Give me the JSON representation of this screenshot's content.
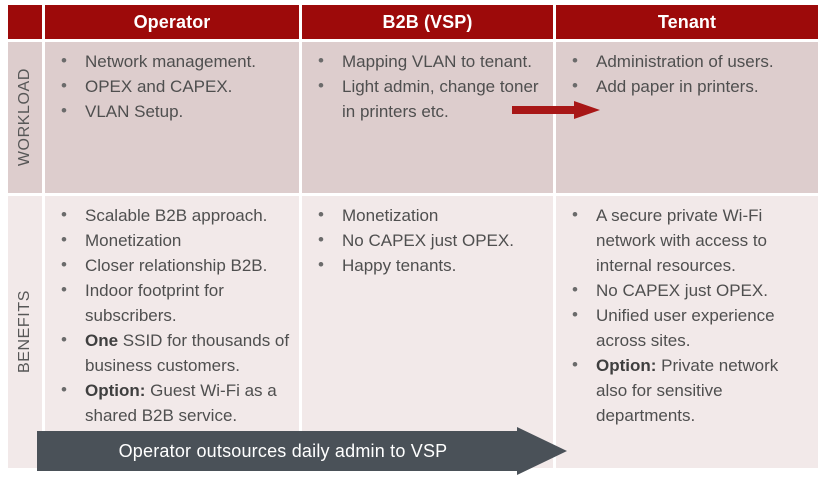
{
  "diagram": {
    "title": "Operator / B2B (VSP) / Tenant responsibility matrix",
    "colors": {
      "header_red": "#9d0a0a",
      "workload_row": "#ddcdcd",
      "benefits_row": "#f2e9e9",
      "banner_grey": "#4a5158",
      "arrow_red": "#a81717",
      "text_grey": "#4f4f4f"
    },
    "columns": [
      {
        "key": "operator",
        "label": "Operator"
      },
      {
        "key": "b2b",
        "label": "B2B (VSP)"
      },
      {
        "key": "tenant",
        "label": "Tenant"
      }
    ],
    "rows": [
      {
        "key": "workload",
        "label": "WORKLOAD",
        "cells": {
          "operator": [
            {
              "text": "Network management."
            },
            {
              "text": "OPEX and CAPEX."
            },
            {
              "text": "VLAN Setup."
            }
          ],
          "b2b": [
            {
              "text": "Mapping VLAN to tenant."
            },
            {
              "text": "Light admin, change toner in printers etc."
            }
          ],
          "tenant": [
            {
              "text": "Administration of users."
            },
            {
              "text": "Add paper in printers."
            }
          ]
        }
      },
      {
        "key": "benefits",
        "label": "BENEFITS",
        "cells": {
          "operator": [
            {
              "text": "Scalable B2B approach."
            },
            {
              "text": "Monetization"
            },
            {
              "text": "Closer relationship B2B."
            },
            {
              "text": "Indoor footprint for subscribers."
            },
            {
              "bold": "One",
              "text": " SSID for thousands of business customers."
            },
            {
              "bold": "Option:",
              "text": " Guest Wi-Fi as a shared B2B service."
            }
          ],
          "b2b": [
            {
              "text": "Monetization"
            },
            {
              "text": "No CAPEX just OPEX."
            },
            {
              "text": "Happy tenants."
            }
          ],
          "tenant": [
            {
              "text": "A secure private Wi-Fi network with access to internal resources."
            },
            {
              "text": "No CAPEX just OPEX."
            },
            {
              "text": "Unified user experience across sites."
            },
            {
              "bold": "Option:",
              "text": " Private network also for sensitive departments."
            }
          ]
        }
      }
    ],
    "handoff_arrow": {
      "name": "b2b-to-tenant-arrow",
      "direction": "right",
      "color": "#a81717"
    },
    "banner": {
      "label": "Operator outsources daily admin to VSP",
      "direction": "right",
      "color": "#4a5158"
    }
  }
}
